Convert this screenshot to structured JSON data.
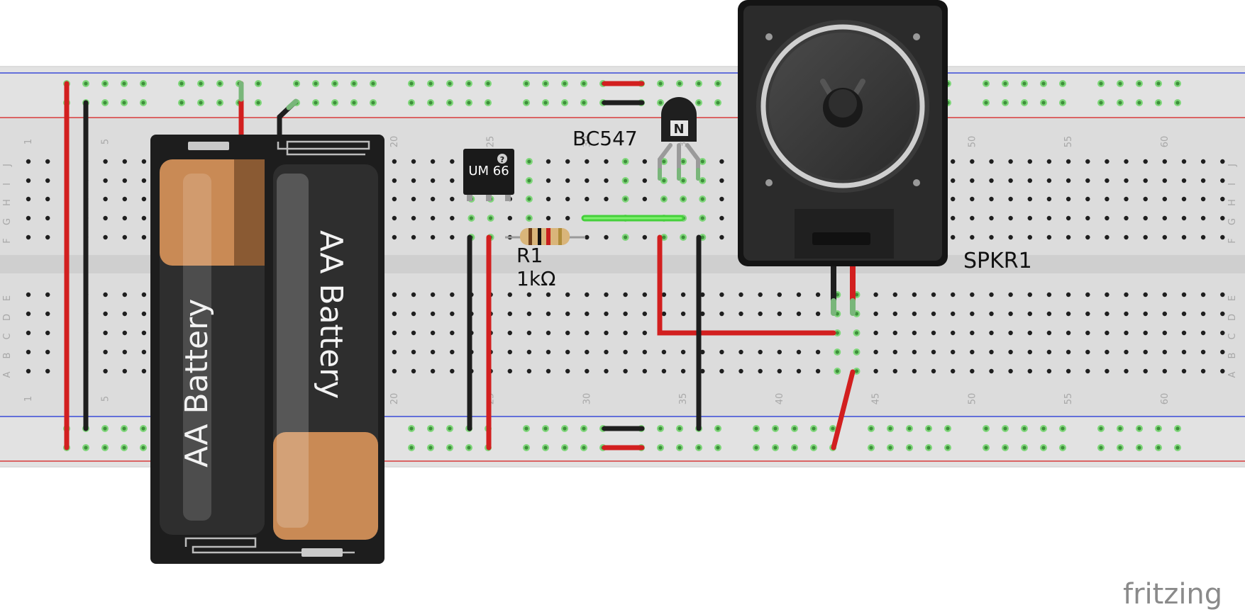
{
  "board": {
    "row_letters_top": [
      "J",
      "I",
      "H",
      "G",
      "F"
    ],
    "row_letters_bottom": [
      "E",
      "D",
      "C",
      "B",
      "A"
    ],
    "column_numbers": [
      "1",
      "5",
      "20",
      "25",
      "30",
      "35",
      "40",
      "45",
      "50",
      "55",
      "60"
    ]
  },
  "components": {
    "battery_left_label": "AA Battery",
    "battery_right_label": "AA Battery",
    "ic_label": "UM 66",
    "ic_badge": "?",
    "transistor_label": "BC547",
    "transistor_badge": "N",
    "resistor_name": "R1",
    "resistor_value": "1kΩ",
    "speaker_label": "SPKR1"
  },
  "brand": {
    "logo_text": "fritzing"
  },
  "colors": {
    "wire_red": "#d21f1f",
    "wire_black": "#1e1e1e",
    "wire_green": "#44d03a",
    "rail_blue": "#3b4bd8",
    "rail_red": "#d83a3a",
    "board": "#dcdcdc",
    "battery_copper": "#c98a55"
  }
}
